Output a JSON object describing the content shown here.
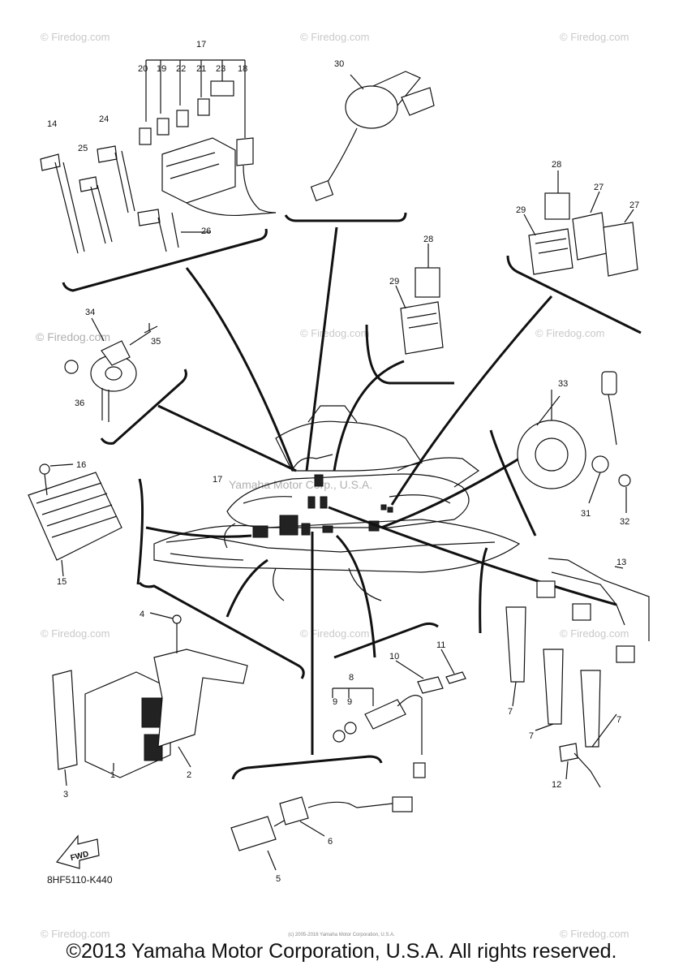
{
  "watermark": "© Firedog.com",
  "center_watermark": "Yamaha Motor Corp., U.S.A.",
  "diagram_code": "8HF5110-K440",
  "fwd_label": "FWD",
  "small_copyright": "(c) 2005-2016 Yamaha Motor Corporation, U.S.A.",
  "copyright": "©2013 Yamaha Motor Corporation, U.S.A. All rights reserved.",
  "callouts": {
    "c1": "1",
    "c2": "2",
    "c3": "3",
    "c4": "4",
    "c5": "5",
    "c6": "6",
    "c7a": "7",
    "c7b": "7",
    "c7c": "7",
    "c8": "8",
    "c9a": "9",
    "c9b": "9",
    "c10": "10",
    "c11": "11",
    "c12": "12",
    "c13": "13",
    "c14": "14",
    "c15": "15",
    "c16": "16",
    "c17a": "17",
    "c17b": "17",
    "c18": "18",
    "c19": "19",
    "c20": "20",
    "c21": "21",
    "c22": "22",
    "c23": "23",
    "c24": "24",
    "c25": "25",
    "c26": "26",
    "c27a": "27",
    "c27b": "27",
    "c28a": "28",
    "c28b": "28",
    "c29a": "29",
    "c29b": "29",
    "c30": "30",
    "c31": "31",
    "c32": "32",
    "c33": "33",
    "c34": "34",
    "c35": "35",
    "c36": "36"
  }
}
